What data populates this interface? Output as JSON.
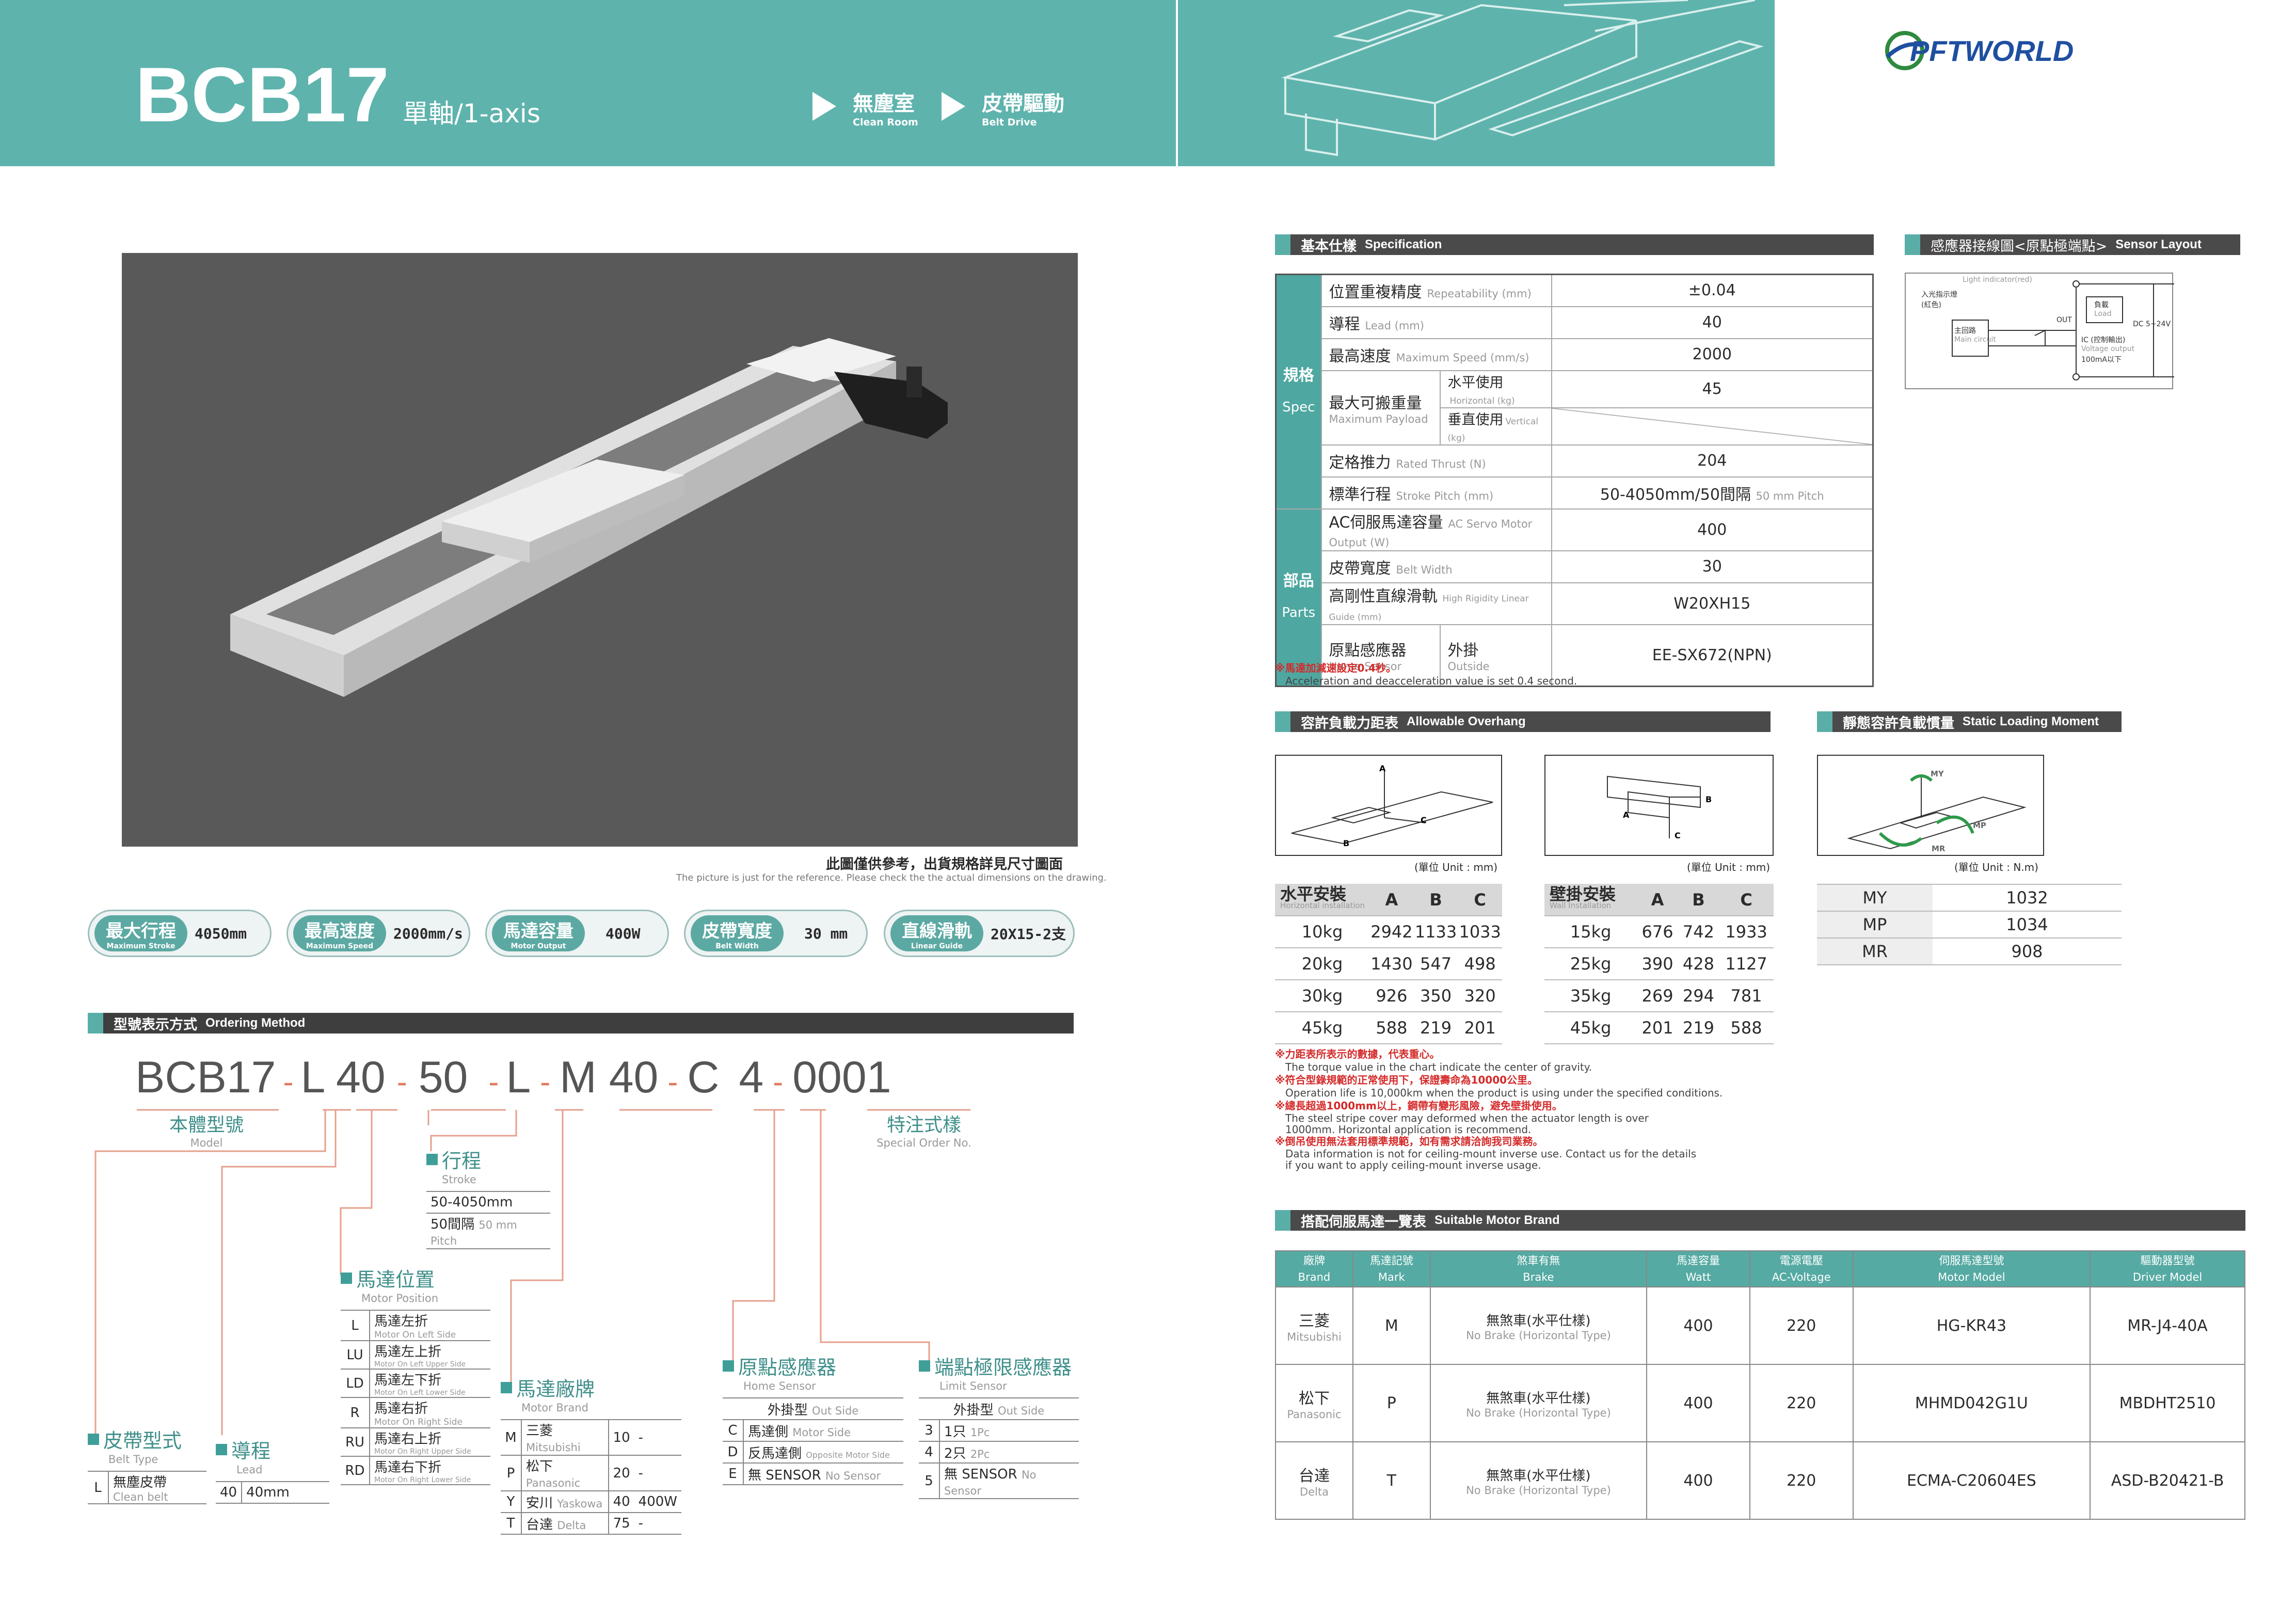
{
  "header": {
    "model": "BCB17",
    "axis": "單軸/1-axis",
    "feature1_zh": "無塵室",
    "feature1_en": "Clean Room",
    "feature2_zh": "皮帶驅動",
    "feature2_en": "Belt Drive",
    "logo": "PFTWORLD",
    "colors": {
      "teal": "#5fb3ad",
      "dark": "#3e3e3e"
    }
  },
  "photo": {
    "caption_zh": "此圖僅供參考，出貨規格詳見尺寸圖面",
    "caption_en": "The picture is just for the reference. Please check the the actual dimensions on the drawing."
  },
  "badges": [
    {
      "zh": "最大行程",
      "en": "Maximum Stroke",
      "value": "4050mm"
    },
    {
      "zh": "最高速度",
      "en": "Maximum Speed",
      "value": "2000mm/s"
    },
    {
      "zh": "馬達容量",
      "en": "Motor Output",
      "value": "400W"
    },
    {
      "zh": "皮帶寬度",
      "en": "Belt Width",
      "value": "30 mm"
    },
    {
      "zh": "直線滑軌",
      "en": "Linear Guide",
      "value": "20X15-2支"
    }
  ],
  "ordering": {
    "title_zh": "型號表示方式",
    "title_en": "Ordering Method",
    "code": [
      "BCB17",
      "-",
      "L",
      "40",
      "-",
      "50",
      "-",
      "L",
      "-",
      "M",
      "40",
      "-",
      "C",
      "4",
      "-",
      "0001"
    ],
    "model_zh": "本體型號",
    "model_en": "Model",
    "special_zh": "特注式樣",
    "special_en": "Special Order No.",
    "stroke": {
      "zh": "行程",
      "en": "Stroke",
      "rows": [
        "50-4050mm",
        "50間隔"
      ],
      "note": "50 mm Pitch"
    },
    "position": {
      "zh": "馬達位置",
      "en": "Motor Position",
      "rows": [
        {
          "k": "L",
          "zh": "馬達左折",
          "en": "Motor On Left Side"
        },
        {
          "k": "LU",
          "zh": "馬達左上折",
          "en": "Motor On Left Upper Side"
        },
        {
          "k": "LD",
          "zh": "馬達左下折",
          "en": "Motor On Left Lower Side"
        },
        {
          "k": "R",
          "zh": "馬達右折",
          "en": "Motor On Right Side"
        },
        {
          "k": "RU",
          "zh": "馬達右上折",
          "en": "Motor On Right Upper Side"
        },
        {
          "k": "RD",
          "zh": "馬達右下折",
          "en": "Motor On Right Lower Side"
        }
      ]
    },
    "brand": {
      "zh": "馬達廠牌",
      "en": "Motor Brand",
      "rows": [
        {
          "k": "M",
          "zh": "三菱",
          "en": "Mitsubishi",
          "n": "10",
          "w": "-"
        },
        {
          "k": "P",
          "zh": "松下",
          "en": "Panasonic",
          "n": "20",
          "w": "-"
        },
        {
          "k": "Y",
          "zh": "安川",
          "en": "Yaskowa",
          "n": "40",
          "w": "400W"
        },
        {
          "k": "T",
          "zh": "台達",
          "en": "Delta",
          "n": "75",
          "w": "-"
        }
      ]
    },
    "home": {
      "zh": "原點感應器",
      "en": "Home Sensor",
      "head_zh": "外掛型",
      "head_en": "Out Side",
      "rows": [
        {
          "k": "C",
          "zh": "馬達側",
          "en": "Motor Side"
        },
        {
          "k": "D",
          "zh": "反馬達側",
          "en": "Opposite Motor Side"
        },
        {
          "k": "E",
          "zh": "無 SENSOR",
          "en": "No Sensor"
        }
      ]
    },
    "limit": {
      "zh": "端點極限感應器",
      "en": "Limit Sensor",
      "head_zh": "外掛型",
      "head_en": "Out Side",
      "rows": [
        {
          "k": "3",
          "zh": "1只",
          "en": "1Pc"
        },
        {
          "k": "4",
          "zh": "2只",
          "en": "2Pc"
        },
        {
          "k": "5",
          "zh": "無 SENSOR",
          "en": "No Sensor"
        }
      ]
    },
    "belt": {
      "zh": "皮帶型式",
      "en": "Belt Type",
      "k": "L",
      "zh2": "無塵皮帶",
      "en2": "Clean belt"
    },
    "lead": {
      "zh": "導程",
      "en": "Lead",
      "k": "40",
      "v": "40mm"
    }
  },
  "spec": {
    "title_zh": "基本仕樣",
    "title_en": "Specification",
    "grp1_zh": "規格",
    "grp1_en": "Spec",
    "grp2_zh": "部品",
    "grp2_en": "Parts",
    "rows": [
      {
        "zh": "位置重複精度",
        "en": "Repeatability (mm)",
        "v": "±0.04"
      },
      {
        "zh": "導程",
        "en": "Lead (mm)",
        "v": "40"
      },
      {
        "zh": "最高速度",
        "en": "Maximum Speed (mm/s)",
        "v": "2000"
      },
      {
        "zh": "定格推力",
        "en": "Rated Thrust (N)",
        "v": "204"
      },
      {
        "zh": "標準行程",
        "en": "Stroke Pitch (mm)",
        "v": "50-4050mm/50間隔",
        "v2": "50 mm Pitch"
      },
      {
        "zh": "AC伺服馬達容量",
        "en": "AC Servo Motor Output (W)",
        "v": "400"
      },
      {
        "zh": "皮帶寬度",
        "en": "Belt Width",
        "v": "30"
      },
      {
        "zh": "高剛性直線滑軌",
        "en": "High Rigidity Linear Guide (mm)",
        "v": "W20XH15"
      }
    ],
    "payload": {
      "zh": "最大可搬重量",
      "en": "Maximum Payload",
      "h_zh": "水平使用",
      "h_en": "Horizontal (kg)",
      "h_v": "45",
      "v_zh": "垂直使用",
      "v_en": "Vertical (kg)"
    },
    "sensor": {
      "zh": "原點感應器",
      "en": "Home Sensor",
      "o_zh": "外掛",
      "o_en": "Outside",
      "v": "EE-SX672(NPN)"
    },
    "note_zh": "※馬達加減速設定0.4秒。",
    "note_en": "Acceleration and deacceleration value is set 0.4 second."
  },
  "sensor_layout": {
    "title_zh": "感應器接線圖<原點極端點>",
    "title_en": "Sensor Layout",
    "light": "Light indicator(red)",
    "ind": "入光指示燈(紅色)",
    "main": "主回路",
    "main_en": "Main circuit",
    "load": "負載",
    "load_en": "Load",
    "dc": "DC 5~24V",
    "out": "OUT",
    "ic": "IC (控制輸出)",
    "vo": "Voltage output",
    "ma": "100mA以下"
  },
  "overhang": {
    "title_zh": "容許負載力距表",
    "title_en": "Allowable Overhang",
    "unit": "(單位 Unit : mm)",
    "horizontal": {
      "zh": "水平安裝",
      "en": "Horizontal installation",
      "cols": [
        "A",
        "B",
        "C"
      ],
      "rows": [
        [
          "10kg",
          "2942",
          "1133",
          "1033"
        ],
        [
          "20kg",
          "1430",
          "547",
          "498"
        ],
        [
          "30kg",
          "926",
          "350",
          "320"
        ],
        [
          "45kg",
          "588",
          "219",
          "201"
        ]
      ]
    },
    "wall": {
      "zh": "壁掛安裝",
      "en": "Wall Installation",
      "cols": [
        "A",
        "B",
        "C"
      ],
      "rows": [
        [
          "15kg",
          "676",
          "742",
          "1933"
        ],
        [
          "25kg",
          "390",
          "428",
          "1127"
        ],
        [
          "35kg",
          "269",
          "294",
          "781"
        ],
        [
          "45kg",
          "201",
          "219",
          "588"
        ]
      ]
    }
  },
  "moment": {
    "title_zh": "靜態容許負載慣量",
    "title_en": "Static Loading Moment",
    "unit": "(單位 Unit : N.m)",
    "rows": [
      [
        "MY",
        "1032"
      ],
      [
        "MP",
        "1034"
      ],
      [
        "MR",
        "908"
      ]
    ]
  },
  "notes": [
    {
      "zh": "※力距表所表示的數據，代表重心。",
      "en": "The torque value in the chart indicate the center of gravity."
    },
    {
      "zh": "※符合型錄規範的正常使用下，保證壽命為10000公里。",
      "en": "Operation life is 10,000km when the product is using under the specified conditions."
    },
    {
      "zh": "※總長超過1000mm以上，鋼帶有變形風險，避免壁掛使用。",
      "en": "The steel stripe cover may deformed when the actuator length is over 1000mm. Horizontal application is recommend."
    },
    {
      "zh": "※倒吊使用無法套用標準規範，如有需求請洽詢我司業務。",
      "en": "Data information is not for ceiling-mount inverse use. Contact us for the details if you want to apply ceiling-mount inverse usage."
    }
  ],
  "motor": {
    "title_zh": "搭配伺服馬達一覽表",
    "title_en": "Suitable Motor Brand",
    "headers": [
      [
        "廠牌",
        "Brand"
      ],
      [
        "馬達記號",
        "Mark"
      ],
      [
        "煞車有無",
        "Brake"
      ],
      [
        "馬達容量",
        "Watt"
      ],
      [
        "電源電壓",
        "AC-Voltage"
      ],
      [
        "伺服馬達型號",
        "Motor Model"
      ],
      [
        "驅動器型號",
        "Driver Model"
      ]
    ],
    "rows": [
      {
        "brand": "三菱",
        "brand_en": "Mitsubishi",
        "mark": "M",
        "brake": "無煞車(水平仕樣)",
        "brake_en": "No Brake (Horizontal Type)",
        "watt": "400",
        "volt": "220",
        "model": "HG-KR43",
        "driver": "MR-J4-40A"
      },
      {
        "brand": "松下",
        "brand_en": "Panasonic",
        "mark": "P",
        "brake": "無煞車(水平仕樣)",
        "brake_en": "No Brake (Horizontal Type)",
        "watt": "400",
        "volt": "220",
        "model": "MHMD042G1U",
        "driver": "MBDHT2510"
      },
      {
        "brand": "台達",
        "brand_en": "Delta",
        "mark": "T",
        "brake": "無煞車(水平仕樣)",
        "brake_en": "No Brake (Horizontal Type)",
        "watt": "400",
        "volt": "220",
        "model": "ECMA-C20604ES",
        "driver": "ASD-B20421-B"
      }
    ]
  }
}
